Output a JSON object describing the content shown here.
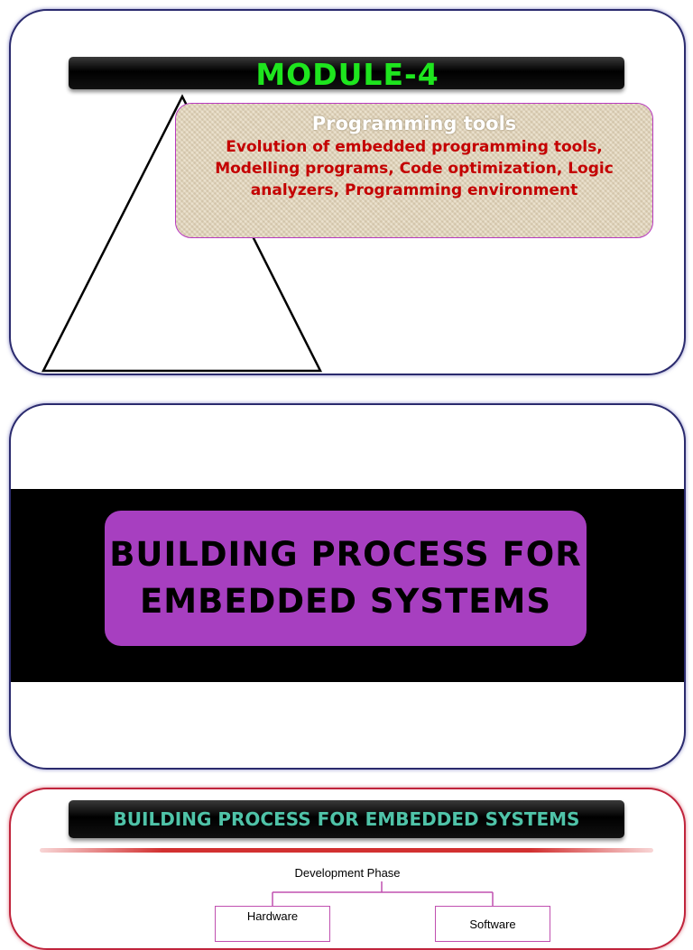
{
  "slide1": {
    "title": "MODULE-4",
    "box": {
      "heading": "Programming tools",
      "body": "Evolution of embedded programming tools, Modelling programs, Code optimization, Logic analyzers, Programming environment"
    }
  },
  "slide2": {
    "title": "BUILDING PROCESS FOR EMBEDDED SYSTEMS"
  },
  "slide3": {
    "title": "BUILDING PROCESS FOR EMBEDDED SYSTEMS",
    "diagram": {
      "phase_label": "Development  Phase",
      "hardware_label": "Hardware",
      "software_label": "Software"
    }
  },
  "colors": {
    "title_green": "#1ee51e",
    "box_heading": "#ffffff",
    "box_body": "#c40000",
    "purple": "#a73fc0",
    "slide3_title": "#4fc3a8"
  }
}
